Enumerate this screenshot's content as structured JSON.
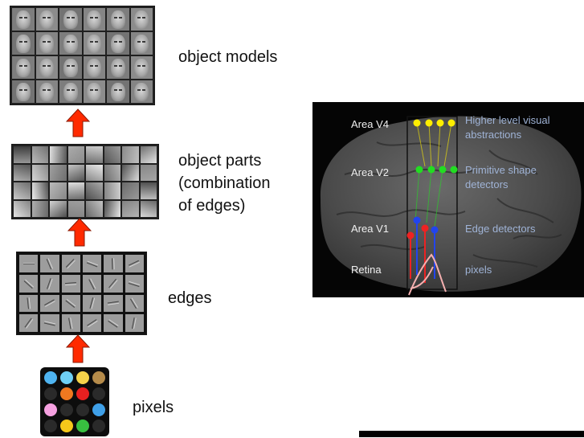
{
  "labels": {
    "object_models": "object models",
    "object_parts_line1": "object parts",
    "object_parts_line2": "(combination",
    "object_parts_line3": "of edges)",
    "edges": "edges",
    "pixels": "pixels"
  },
  "brain": {
    "areas": [
      {
        "area": "Area V4",
        "description_line1": "Higher level visual",
        "description_line2": "abstractions"
      },
      {
        "area": "Area V2",
        "description_line1": "Primitive shape",
        "description_line2": "detectors"
      },
      {
        "area": "Area V1",
        "description_line1": "Edge detectors",
        "description_line2": ""
      },
      {
        "area": "Retina",
        "description_line1": "pixels",
        "description_line2": ""
      }
    ]
  },
  "colors": {
    "arrow": "#ff2a00",
    "arrow_outline": "#8a1800",
    "v4_nodes": "#ffee00",
    "v2_nodes": "#22dd22",
    "v1_nodes_red": "#ee2222",
    "v1_nodes_blue": "#2244ee",
    "desc_text": "#9fb3d6",
    "pixel_palette": [
      "#4fb4f0",
      "#6fd0f5",
      "#f5d24a",
      "#b58b4a",
      "#2a2a2a",
      "#f07820",
      "#e82020",
      "#2a2a2a",
      "#f5a0e0",
      "#2a2a2a",
      "#2a2a2a",
      "#3fa0e8",
      "#2a2a2a",
      "#f5c81a",
      "#38c040",
      "#2a2a2a"
    ]
  }
}
